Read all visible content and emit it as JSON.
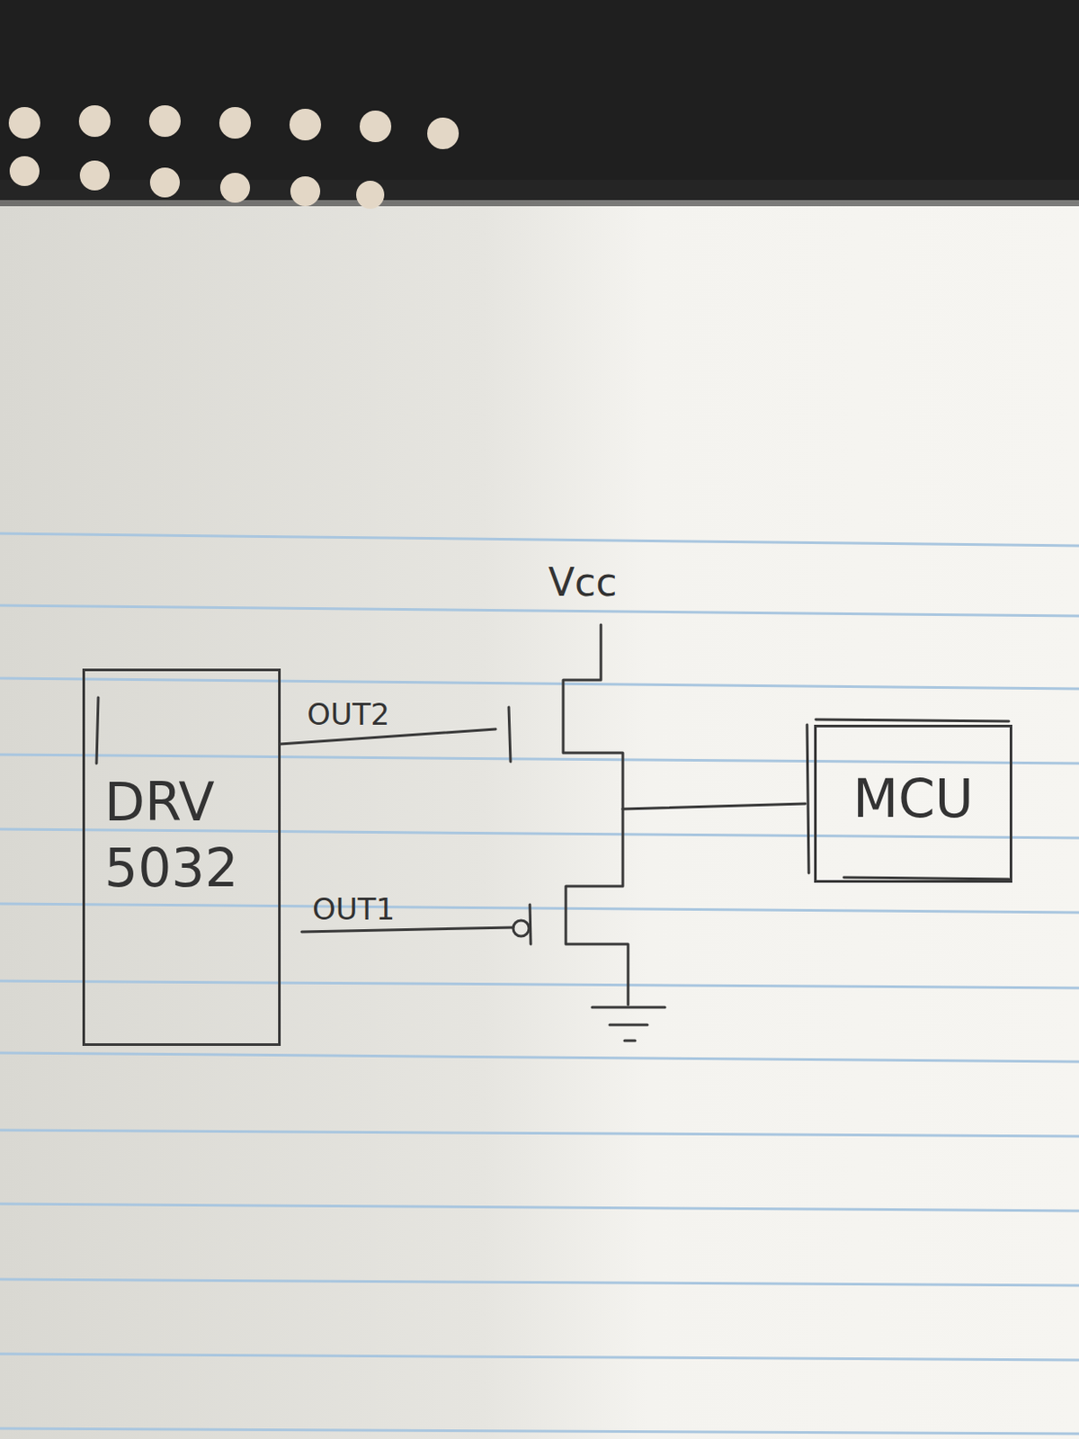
{
  "diagram": {
    "nodes": [
      {
        "text": [
          "DRV 5032"
        ]
      },
      {
        "text": [
          "MCU"
        ]
      }
    ],
    "labels": [
      "Vcc",
      "OUT2",
      "OUT1"
    ]
  }
}
